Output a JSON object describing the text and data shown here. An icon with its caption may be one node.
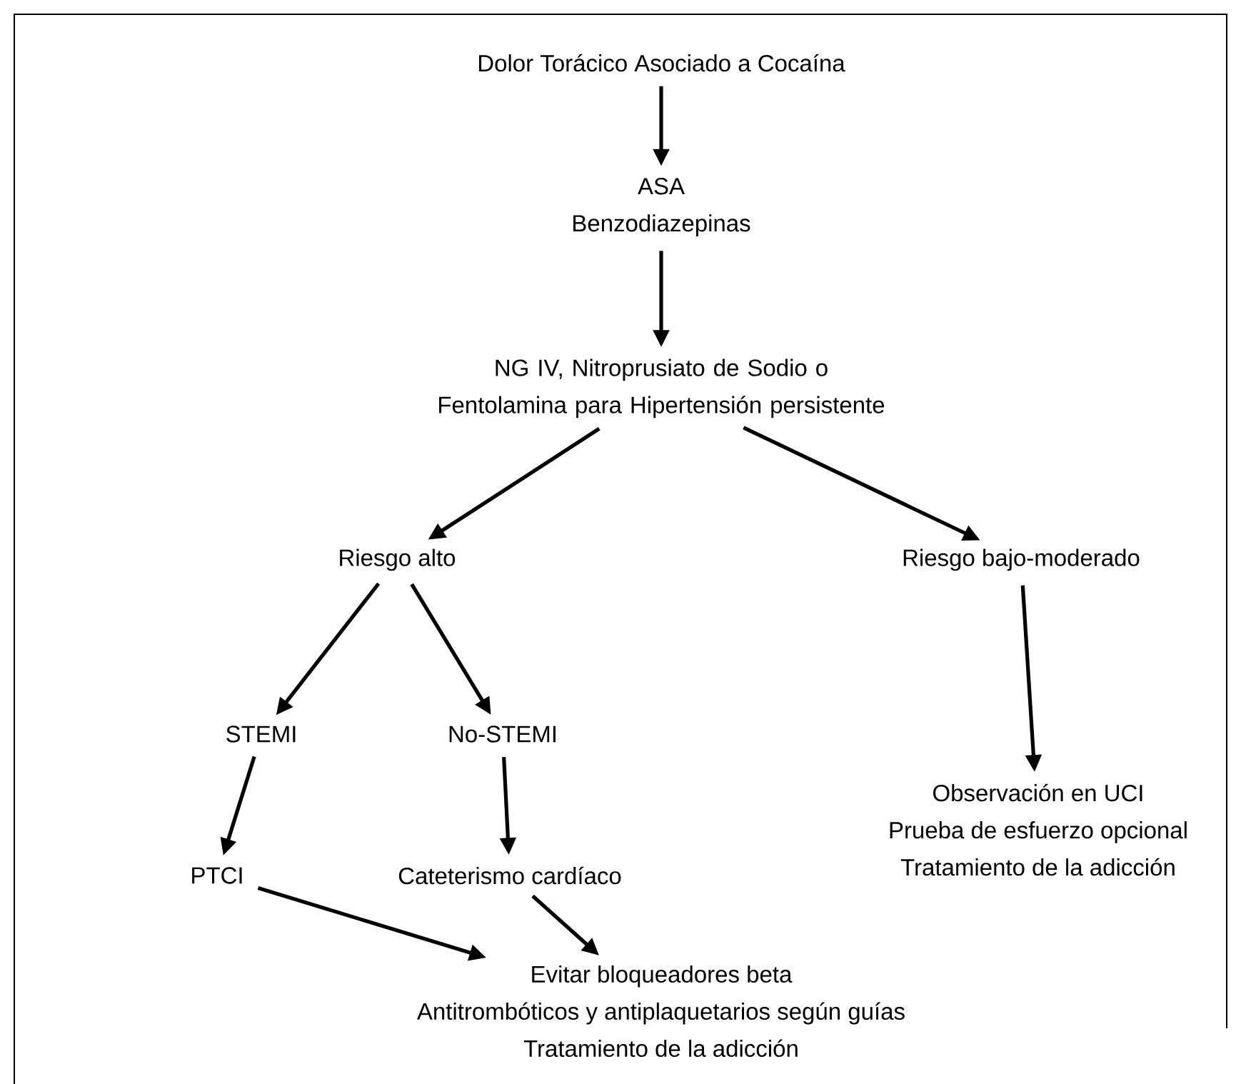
{
  "diagram": {
    "nodes": [
      {
        "text": [
          "Dolor Torácico Asociado a Cocaína"
        ]
      },
      {
        "text": [
          "ASA",
          "Benzodiazepinas"
        ]
      },
      {
        "text": [
          "NG IV, Nitroprusiato de Sodio o Fentolamina para Hipertensión persistente"
        ]
      },
      {
        "text": [
          "Riesgo alto"
        ]
      },
      {
        "text": [
          "Riesgo bajo-moderado"
        ]
      },
      {
        "text": [
          "STEMI"
        ]
      },
      {
        "text": [
          "No-STEMI"
        ]
      },
      {
        "text": [
          "PTCI"
        ]
      },
      {
        "text": [
          "Cateterismo cardíaco"
        ]
      },
      {
        "text": [
          "Observación en UCI",
          "Prueba de esfuerzo opcional",
          "Tratamiento de la adicción"
        ]
      },
      {
        "text": [
          "Evitar bloqueadores beta",
          "Antitrombóticos y antiplaquetarios según guías",
          "Tratamiento de la adicción"
        ]
      }
    ],
    "edges": [
      {
        "from": 0,
        "to": 1,
        "arrow": "to"
      },
      {
        "from": 1,
        "to": 2,
        "arrow": "to"
      },
      {
        "from": 2,
        "to": 3,
        "arrow": "to"
      },
      {
        "from": 2,
        "to": 4,
        "arrow": "to"
      },
      {
        "from": 3,
        "to": 5,
        "arrow": "to"
      },
      {
        "from": 3,
        "to": 6,
        "arrow": "to"
      },
      {
        "from": 4,
        "to": 9,
        "arrow": "to"
      },
      {
        "from": 5,
        "to": 7,
        "arrow": "to"
      },
      {
        "from": 6,
        "to": 8,
        "arrow": "to"
      },
      {
        "from": 7,
        "to": 10,
        "arrow": "to"
      },
      {
        "from": 8,
        "to": 10,
        "arrow": "to"
      }
    ]
  }
}
